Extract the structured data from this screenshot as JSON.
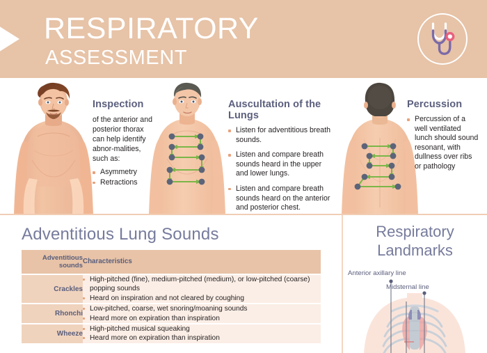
{
  "header": {
    "title": "RESPIRATORY",
    "subtitle": "ASSESSMENT",
    "icon": "stethoscope-icon",
    "bg_color": "#e7c3a7",
    "text_color": "#ffffff"
  },
  "sections": {
    "inspection": {
      "heading": "Inspection",
      "intro": "of the anterior and posterior thorax can help identify abnor-malities, such as:",
      "bullets": [
        "Asymmetry",
        "Retractions"
      ]
    },
    "auscultation": {
      "heading": "Auscultation of the Lungs",
      "bullets": [
        "Listen for adventitious breath sounds.",
        "Listen and compare breath sounds heard in the upper and lower lungs.",
        "Listen and compare breath sounds heard on the anterior and posterior chest."
      ]
    },
    "percussion": {
      "heading": "Percussion",
      "bullets": [
        "Percussion of a well ventilated lunch should sound resonant, with dullness over ribs or pathology"
      ]
    }
  },
  "table": {
    "title": "Adventitious Lung Sounds",
    "columns": [
      "Adventitious sounds",
      "Characteristics"
    ],
    "rows": [
      {
        "sound": "Crackles",
        "characteristics": [
          "High-pitched (fine), medium-pitched (medium), or low-pitched (coarse) popping sounds",
          "Heard on inspiration and not cleared by coughing"
        ]
      },
      {
        "sound": "Rhonchi",
        "characteristics": [
          "Low-pitched, coarse, wet snoring/moaning sounds",
          "Heard more on expiration than inspiration"
        ]
      },
      {
        "sound": "Wheeze",
        "characteristics": [
          "High-pitched musical squeaking",
          "Heard more on expiration than inspiration"
        ]
      }
    ],
    "header_bg": "#e8c3a7",
    "label_bg": "#f0d3bd",
    "cell_bg": "#fbeee6",
    "heading_color": "#767b9c"
  },
  "landmarks": {
    "title_line1": "Respiratory",
    "title_line2": "Landmarks",
    "labels": [
      "Anterior axillary line",
      "Midsternal line"
    ],
    "illustration": "anterior-thorax-ribcage-diagram"
  },
  "figures": [
    {
      "name": "anterior-thorax-male-figure",
      "view": "anterior"
    },
    {
      "name": "auscultation-points-male-figure",
      "view": "anterior-with-points"
    },
    {
      "name": "percussion-points-male-figure",
      "view": "posterior-with-points"
    }
  ],
  "colors": {
    "accent_salmon": "#e7c3a7",
    "bullet": "#e8a27c",
    "heading_purple": "#5b5f7d",
    "point_marker": "#5c6479",
    "arrow_green": "#7ab648"
  }
}
